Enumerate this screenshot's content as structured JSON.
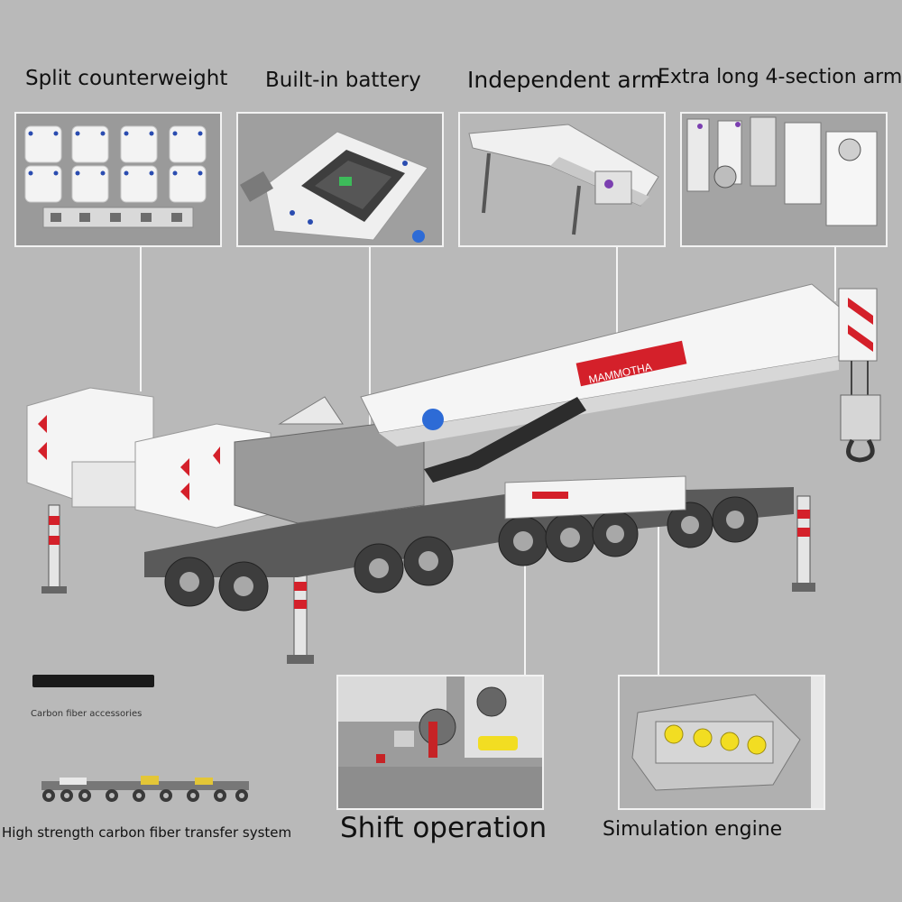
{
  "features": {
    "split_counterweight": "Split counterweight",
    "built_in_battery": "Built-in battery",
    "independent_arm": "Independent arm",
    "extra_long_arm": "Extra long 4-section arm",
    "carbon_fiber_accessories": "Carbon fiber accessories",
    "carbon_fiber_transfer": "High strength carbon fiber transfer system",
    "shift_operation": "Shift operation",
    "simulation_engine": "Simulation engine"
  },
  "crane": {
    "boom_label": "MAMMOTHA"
  },
  "colors": {
    "background": "#b9b9b9",
    "frame": "#f2f2f2",
    "accent_red": "#d4202a",
    "body_white": "#f4f4f4",
    "chassis_gray": "#5a5a5a"
  }
}
